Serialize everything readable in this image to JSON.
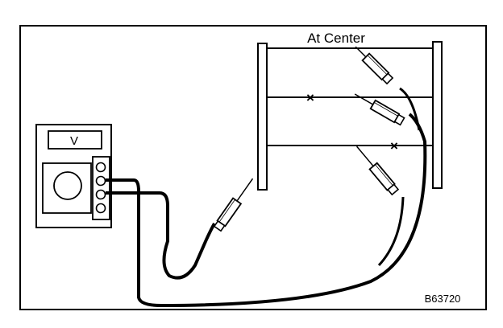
{
  "diagram": {
    "label_center": "At Center",
    "meter_display": "V",
    "figure_code": "B63720",
    "open_marks": [
      "×",
      "×"
    ]
  },
  "colors": {
    "ink": "#000000",
    "paper": "#ffffff"
  }
}
